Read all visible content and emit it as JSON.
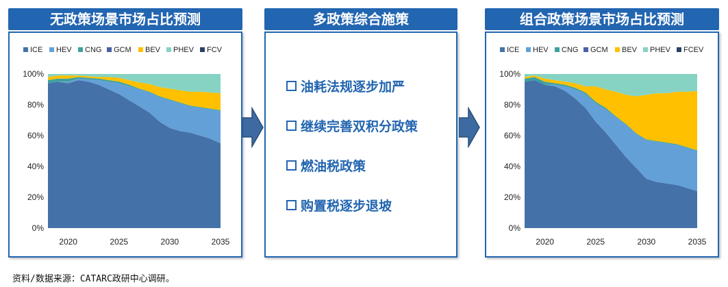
{
  "panels": {
    "left_title": "无政策场景市场占比预测",
    "middle_title": "多政策综合施策",
    "right_title": "组合政策场景市场占比预测"
  },
  "policies": [
    "油耗法规逐步加严",
    "继续完善双积分政策",
    "燃油税政策",
    "购置税逐步退坡"
  ],
  "footnote": "资料/数据来源：CATARC政研中心调研。",
  "colors": {
    "ICE": "#4472a8",
    "HEV": "#64a0d8",
    "CNG": "#3ea19c",
    "GCM": "#4a5fa6",
    "BEV": "#ffc000",
    "PHEV": "#86d3c3",
    "FCV": "#2c4263",
    "title_bg": "#2265b0"
  },
  "chart_data": [
    {
      "type": "area",
      "stacked": true,
      "legend_position": "top",
      "grid": false,
      "x": [
        2018,
        2019,
        2020,
        2021,
        2022,
        2023,
        2024,
        2025,
        2026,
        2027,
        2028,
        2029,
        2030,
        2031,
        2032,
        2033,
        2034,
        2035
      ],
      "x_ticks": [
        "2020",
        "2025",
        "2030",
        "2035"
      ],
      "x_tick_values": [
        2020,
        2025,
        2030,
        2035
      ],
      "y_ticks": [
        "0%",
        "20%",
        "40%",
        "60%",
        "80%",
        "100%"
      ],
      "ylim": [
        0,
        100
      ],
      "series": [
        {
          "name": "ICE",
          "values": [
            94,
            95,
            94,
            96,
            95,
            93,
            90,
            87,
            83,
            79,
            75,
            69,
            65,
            63,
            62,
            60,
            58,
            55
          ]
        },
        {
          "name": "HEV",
          "values": [
            0,
            0,
            1,
            1,
            1.5,
            3,
            5,
            7,
            9,
            11,
            13,
            16,
            18,
            18,
            17,
            18,
            19,
            21
          ]
        },
        {
          "name": "CNG",
          "values": [
            2,
            2,
            2,
            1,
            1,
            1,
            1,
            1,
            1,
            0.5,
            0.5,
            0.5,
            0.5,
            0.5,
            0.5,
            0.5,
            0.5,
            0.5
          ]
        },
        {
          "name": "GCM",
          "values": [
            0,
            0,
            0,
            0,
            0,
            0,
            0,
            0,
            0,
            0,
            0,
            0,
            0,
            0,
            0,
            0,
            0,
            0
          ]
        },
        {
          "name": "BEV",
          "values": [
            2,
            2,
            2,
            1,
            1,
            1,
            2,
            2.5,
            3,
            4,
            5,
            6,
            7,
            8,
            9,
            10,
            10.5,
            11
          ]
        },
        {
          "name": "PHEV",
          "values": [
            2,
            1,
            1,
            1,
            1.5,
            2,
            2,
            2.5,
            4,
            5.5,
            6.5,
            8.5,
            9.5,
            10.5,
            11.5,
            11.5,
            12,
            12.5
          ]
        },
        {
          "name": "FCV",
          "values": [
            0,
            0,
            0,
            0,
            0,
            0,
            0,
            0,
            0,
            0,
            0,
            0,
            0,
            0,
            0,
            0,
            0,
            0
          ]
        }
      ]
    },
    {
      "type": "area",
      "stacked": true,
      "legend_position": "top",
      "grid": false,
      "x": [
        2018,
        2019,
        2020,
        2021,
        2022,
        2023,
        2024,
        2025,
        2026,
        2027,
        2028,
        2029,
        2030,
        2031,
        2032,
        2033,
        2034,
        2035
      ],
      "x_ticks": [
        "2020",
        "2025",
        "2030",
        "2035"
      ],
      "x_tick_values": [
        2020,
        2025,
        2030,
        2035
      ],
      "y_ticks": [
        "0%",
        "20%",
        "40%",
        "60%",
        "80%",
        "100%"
      ],
      "ylim": [
        0,
        100
      ],
      "series": [
        {
          "name": "ICE",
          "values": [
            95,
            96,
            93,
            92,
            89,
            84,
            78,
            69,
            62,
            54,
            46,
            39,
            32,
            30,
            29,
            28,
            26,
            24
          ]
        },
        {
          "name": "HEV",
          "values": [
            0,
            0,
            0,
            1,
            3,
            6,
            9,
            12,
            15,
            18,
            21,
            22,
            25,
            26,
            26,
            26,
            26,
            26
          ]
        },
        {
          "name": "CNG",
          "values": [
            2,
            2,
            2,
            1,
            1,
            1,
            1,
            1,
            1,
            0.5,
            0.5,
            0.5,
            0.5,
            0.5,
            0.5,
            0.5,
            0.5,
            0.5
          ]
        },
        {
          "name": "GCM",
          "values": [
            0,
            0,
            0,
            0,
            0,
            0,
            0,
            0,
            0,
            0,
            0,
            0,
            0,
            0,
            0,
            0,
            0,
            0
          ]
        },
        {
          "name": "BEV",
          "values": [
            1,
            1,
            2,
            2,
            2,
            3,
            4,
            10,
            12,
            16,
            19,
            24,
            29,
            31,
            32,
            34,
            36,
            38.5
          ]
        },
        {
          "name": "PHEV",
          "values": [
            2,
            1,
            3,
            4,
            5,
            6,
            8,
            8,
            10,
            11.5,
            13.5,
            14.5,
            13.5,
            12.5,
            12.5,
            11.5,
            11.5,
            11
          ]
        },
        {
          "name": "FCEV",
          "values": [
            0,
            0,
            0,
            0,
            0,
            0,
            0,
            0,
            0,
            0,
            0,
            0,
            0,
            0,
            0,
            0,
            0,
            0
          ]
        }
      ]
    }
  ]
}
